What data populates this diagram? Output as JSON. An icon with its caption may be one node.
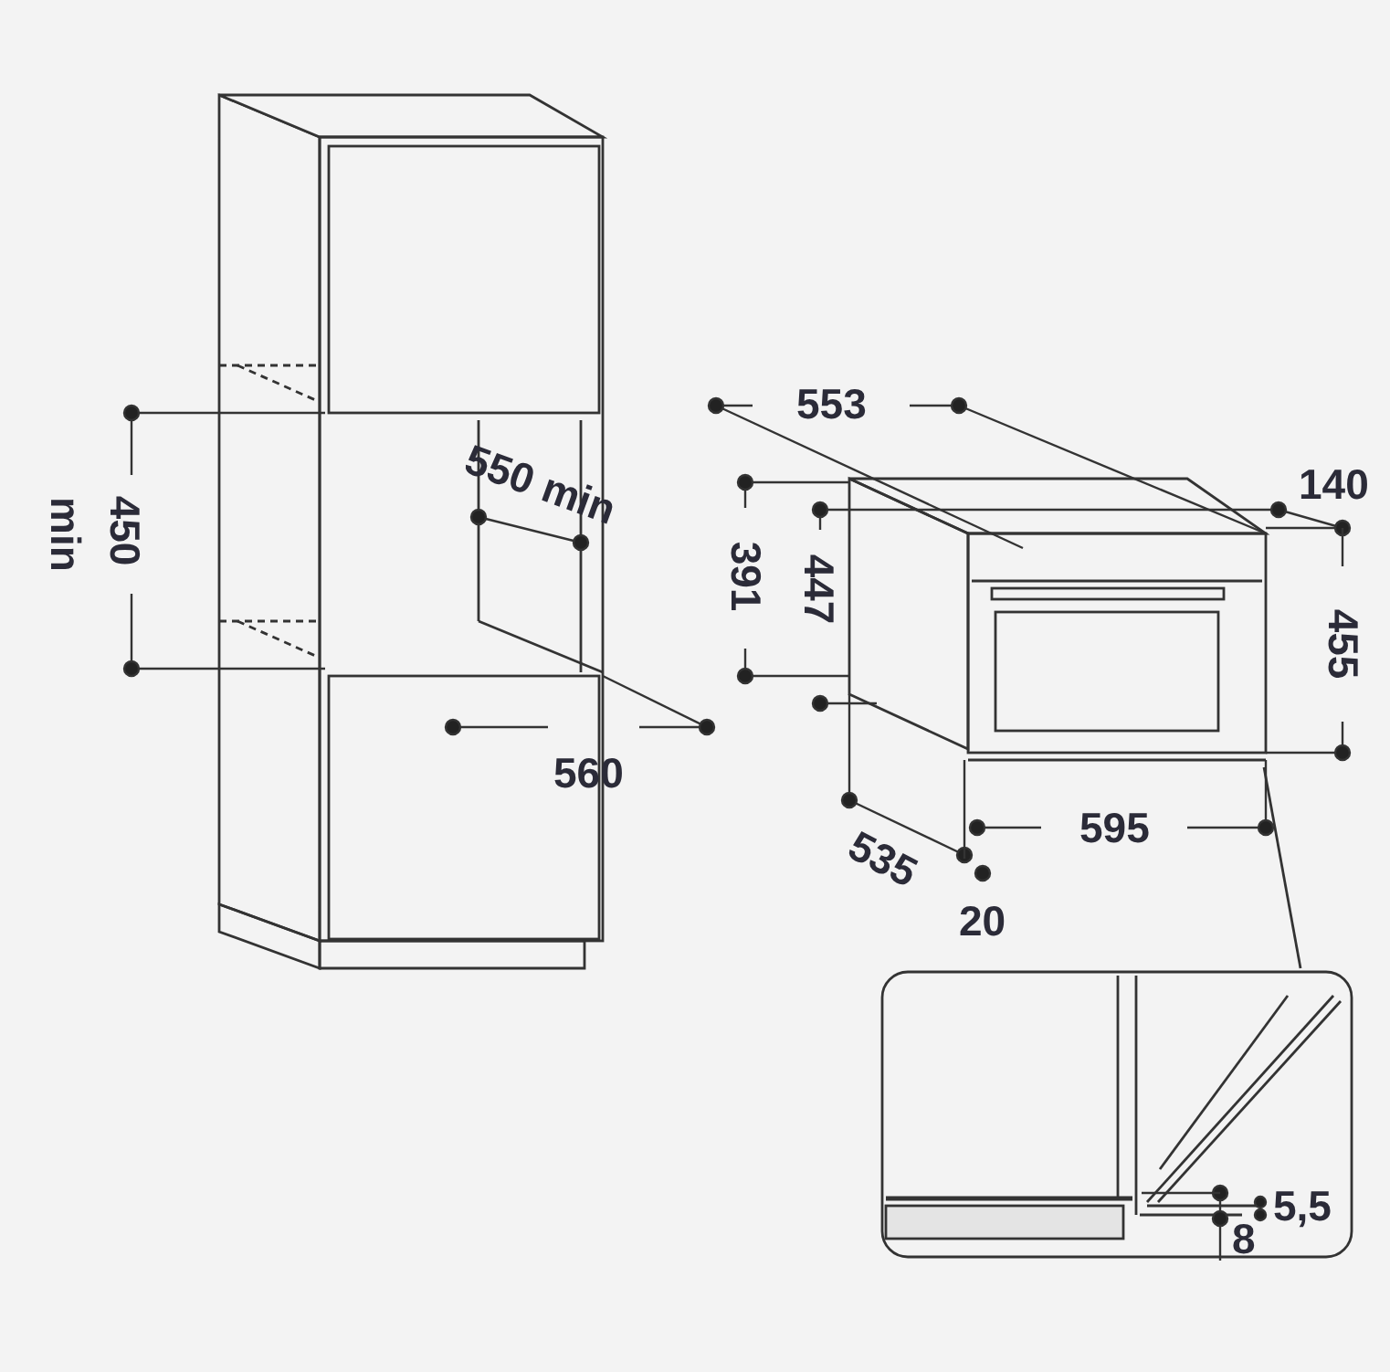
{
  "diagram": {
    "labels": [
      "553",
      "550 min",
      "140",
      "450",
      "min",
      "391",
      "447",
      "455",
      "560",
      "595",
      "535",
      "20",
      "5,5",
      "8"
    ]
  }
}
